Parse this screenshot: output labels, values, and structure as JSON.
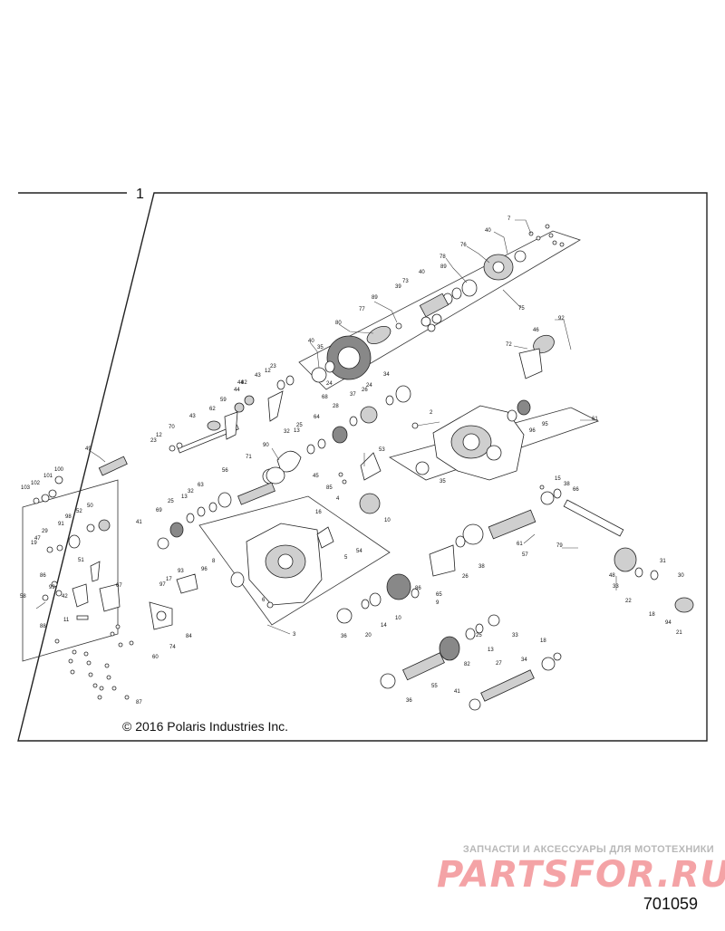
{
  "frame_number": "1",
  "copyright": "© 2016 Polaris Industries Inc.",
  "watermark": {
    "tagline": "ЗАПЧАСТИ И АКСЕССУАРЫ ДЛЯ МОТОТЕХНИКИ",
    "brand": "PARTSFOR.RU",
    "brand_color": "#f4a3a6"
  },
  "figure_number": "701059",
  "callouts": [
    "7",
    "40",
    "76",
    "78",
    "75",
    "40",
    "89",
    "73",
    "39",
    "77",
    "89",
    "80",
    "35",
    "40",
    "72",
    "92",
    "46",
    "23",
    "12",
    "43",
    "82",
    "44",
    "59",
    "44",
    "62",
    "43",
    "70",
    "23",
    "12",
    "24",
    "68",
    "37",
    "26",
    "24",
    "34",
    "28",
    "64",
    "25",
    "13",
    "32",
    "90",
    "71",
    "2",
    "95",
    "96",
    "61",
    "49",
    "100",
    "101",
    "102",
    "103",
    "53",
    "45",
    "85",
    "4",
    "56",
    "63",
    "32",
    "13",
    "25",
    "69",
    "41",
    "50",
    "52",
    "98",
    "91",
    "29",
    "47",
    "19",
    "16",
    "35",
    "15",
    "38",
    "66",
    "51",
    "86",
    "99",
    "58",
    "11",
    "42",
    "67",
    "88",
    "8",
    "96",
    "17",
    "93",
    "97",
    "6",
    "3",
    "84",
    "74",
    "60",
    "87",
    "5",
    "54",
    "10",
    "61",
    "79",
    "57",
    "38",
    "26",
    "86",
    "65",
    "9",
    "10",
    "14",
    "20",
    "36",
    "13",
    "25",
    "33",
    "82",
    "18",
    "34",
    "48",
    "33",
    "31",
    "30",
    "22",
    "18",
    "94",
    "21",
    "27",
    "55",
    "36",
    "41",
    "1"
  ]
}
